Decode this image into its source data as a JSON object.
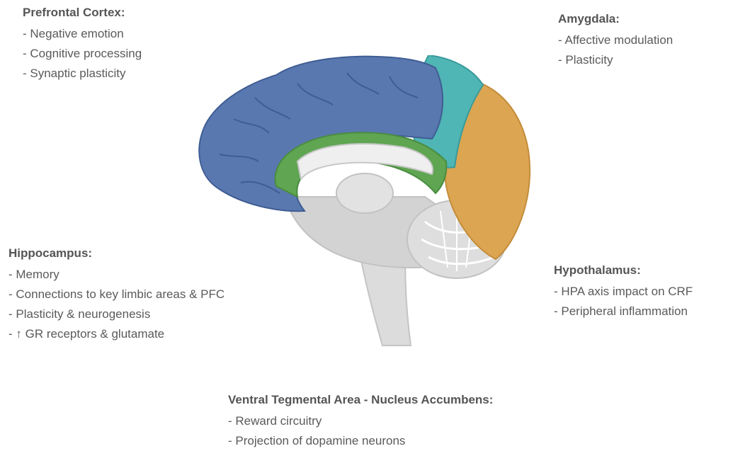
{
  "prefrontal": {
    "title": "Prefrontal Cortex:",
    "items": [
      "- Negative emotion",
      "- Cognitive processing",
      "- Synaptic plasticity"
    ]
  },
  "amygdala": {
    "title": "Amygdala:",
    "items": [
      "- Affective modulation",
      "- Plasticity"
    ]
  },
  "hippocampus": {
    "title": "Hippocampus:",
    "items": [
      "- Memory",
      "- Connections to key limbic areas & PFC",
      "- Plasticity & neurogenesis",
      "- ↑ GR receptors & glutamate"
    ]
  },
  "hypothalamus": {
    "title": "Hypothalamus:",
    "items": [
      "- HPA axis impact on CRF",
      "- Peripheral inflammation"
    ]
  },
  "vta": {
    "title": "Ventral Tegmental Area - Nucleus Accumbens:",
    "items": [
      "- Reward circuitry",
      "- Projection of dopamine neurons"
    ]
  },
  "colors": {
    "frontal": "#5a78b0",
    "amygdala_region": "#4fb5b5",
    "occipital": "#dba552",
    "cingulate": "#5fa552",
    "tissue": "#d6d6d6"
  }
}
